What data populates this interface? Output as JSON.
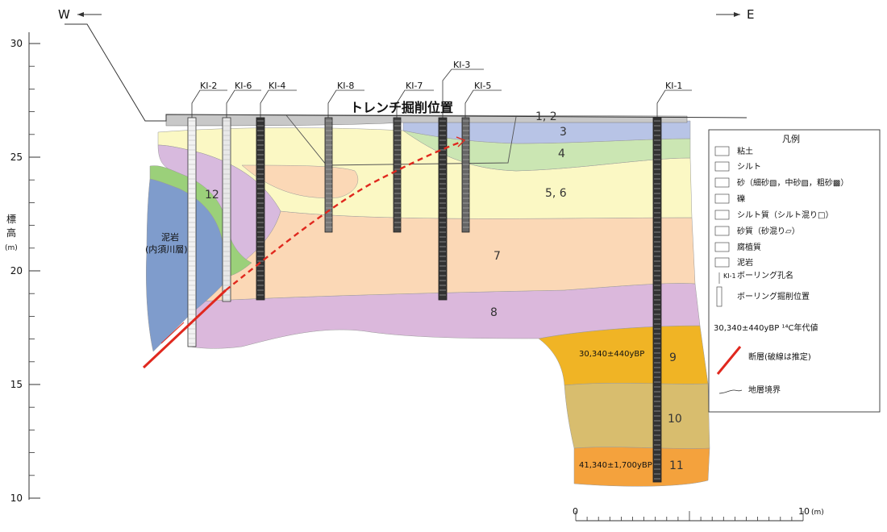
{
  "directions": {
    "west": "W",
    "east": "E"
  },
  "axis": {
    "ticks": [
      "30",
      "25",
      "20",
      "15",
      "10"
    ],
    "label_chars": [
      "標",
      "高"
    ],
    "unit": "(m)"
  },
  "boreholes": [
    {
      "label": "KI-2"
    },
    {
      "label": "KI-6"
    },
    {
      "label": "KI-4"
    },
    {
      "label": "KI-8"
    },
    {
      "label": "KI-7"
    },
    {
      "label": "KI-3"
    },
    {
      "label": "KI-5"
    },
    {
      "label": "KI-1"
    }
  ],
  "trench_label": "トレンチ掘削位置",
  "layer_labels": {
    "l12": "1, 2",
    "l3": "3",
    "l4": "4",
    "l56": "5, 6",
    "l7": "7",
    "l8": "8",
    "l9": "9",
    "l10": "10",
    "l11": "11",
    "l12b": "12"
  },
  "mudstone_label": {
    "line1": "泥岩",
    "line2": "(内須川層)"
  },
  "dates": {
    "d9": "30,340±440yBP",
    "d11": "41,340±1,700yBP"
  },
  "scale": {
    "zero": "0",
    "ten": "10",
    "unit": "(m)"
  },
  "legend": {
    "title": "凡例",
    "items": [
      "粘土",
      "シルト",
      "砂（細砂▧，中砂▨，粗砂▩）",
      "礫",
      "シルト質（シルト混り□）",
      "砂質（砂混り▱）",
      "腐植質",
      "泥岩",
      "ボーリング孔名",
      "ボーリング掘削位置",
      "30,340±440yBP  ¹⁴C年代値",
      "断層(破線は推定)",
      "地層境界"
    ],
    "borehole_sample": "KI-1"
  },
  "colors": {
    "fill": "#c8c8c8",
    "layer3": "#b8c4e6",
    "layer4": "#cbe6b3",
    "layer56": "#fbf8c4",
    "layer7": "#fbd8b6",
    "layer8": "#dbb8dc",
    "layer9": "#f0b425",
    "layer10": "#d8bd6e",
    "layer11": "#f4a23d",
    "layer12": "#d8bade",
    "green": "#9bd07a",
    "mudstone": "#7f9ccc",
    "fault": "#e0281e"
  }
}
